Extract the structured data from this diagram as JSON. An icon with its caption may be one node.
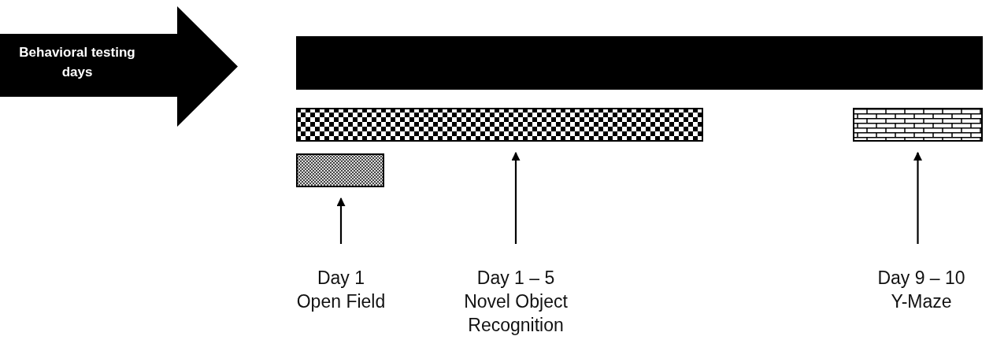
{
  "diagram": {
    "nodes": [
      {
        "text": [
          "Behavioral testing days"
        ]
      },
      {
        "text": [],
        "shape": "bar"
      },
      {
        "text": [],
        "shape": "bar"
      },
      {
        "text": [],
        "shape": "bar"
      },
      {
        "text": [],
        "shape": "bar"
      },
      {
        "text": [
          "Day 1",
          "Open Field"
        ]
      },
      {
        "text": [
          "Day 1 – 5",
          "Novel Object Recognition"
        ]
      },
      {
        "text": [
          "Day 9 – 10",
          "Y-Maze"
        ]
      }
    ],
    "edges": [
      {
        "from": 5,
        "to": 3,
        "arrow": "to"
      },
      {
        "from": 6,
        "to": 2,
        "arrow": "to"
      },
      {
        "from": 7,
        "to": 4,
        "arrow": "to"
      }
    ]
  }
}
